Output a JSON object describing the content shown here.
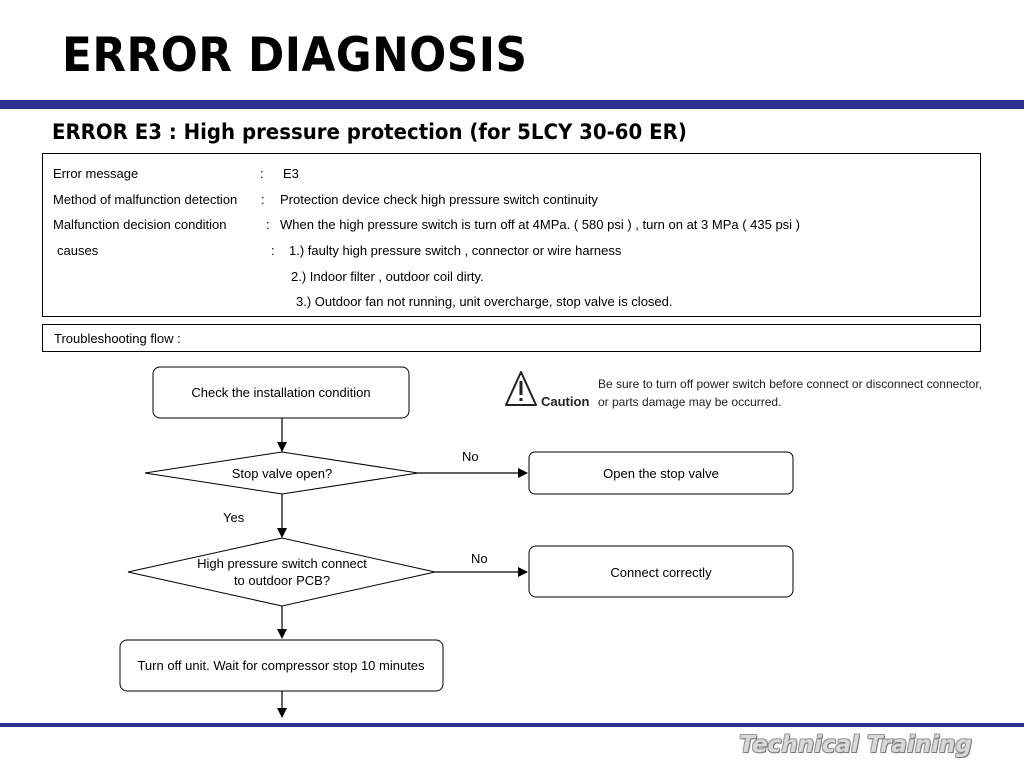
{
  "header": {
    "title": "ERROR DIAGNOSIS",
    "subtitle": "ERROR E3 :  High pressure protection (for 5LCY 30-60 ER)"
  },
  "info": {
    "error_message_label": "Error message",
    "error_message_value": "E3",
    "method_label": "Method of malfunction detection",
    "method_value": "Protection device check high pressure switch continuity",
    "decision_label": "Malfunction decision condition",
    "decision_value": "When the high pressure switch is turn off at 4MPa. ( 580 psi ) , turn on at 3 MPa  ( 435 psi )",
    "causes_label": "causes",
    "causes": [
      "1.) faulty high pressure switch , connector or wire harness",
      "2.) Indoor filter , outdoor coil dirty.",
      "3.) Outdoor fan  not running, unit overcharge, stop valve is closed."
    ],
    "separator": ":"
  },
  "troubleshooting_label": "Troubleshooting flow  :",
  "caution": {
    "label": "Caution",
    "line1": "Be sure to turn off power switch before connect or disconnect connector,",
    "line2": "or parts damage may be occurred."
  },
  "flow": {
    "check_installation": "Check the installation condition",
    "stop_valve_q": "Stop valve open?",
    "open_stop_valve": "Open the stop valve",
    "hp_switch_q_line1": "High pressure switch connect",
    "hp_switch_q_line2": "to outdoor PCB?",
    "connect_correctly": "Connect correctly",
    "turn_off_unit": "Turn off unit. Wait for compressor stop 10 minutes",
    "no_1": "No",
    "yes_1": "Yes",
    "no_2": "No"
  },
  "footer": {
    "brand": "Technical Training"
  },
  "colors": {
    "band": "#2e3192",
    "line": "#000000"
  },
  "icons": {
    "caution": "warning-triangle-icon"
  }
}
